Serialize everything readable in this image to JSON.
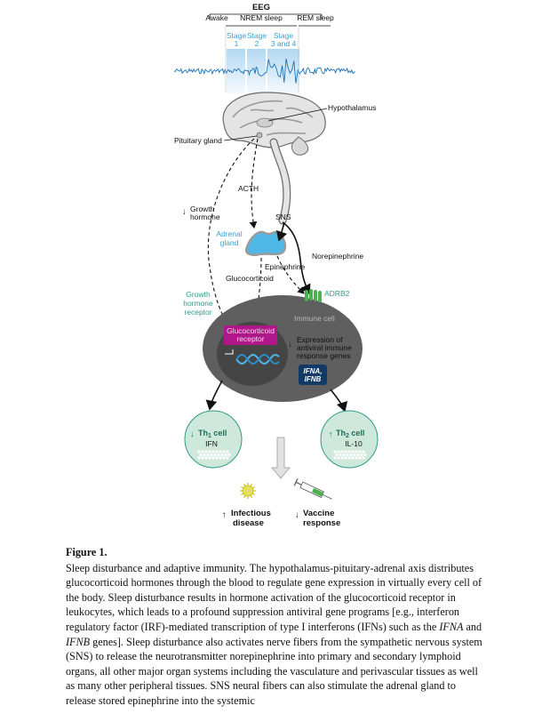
{
  "eeg": {
    "title": "EEG",
    "awake": "Awake",
    "nrem": "NREM sleep",
    "rem": "REM sleep",
    "stage1_a": "Stage",
    "stage1_b": "1",
    "stage2_a": "Stage",
    "stage2_b": "2",
    "stage34_a": "Stage",
    "stage34_b": "3 and 4"
  },
  "labels": {
    "hypothalamus": "Hypothalamus",
    "pituitary": "Pituitary gland",
    "acth": "ACTH",
    "growth_hormone_a": "Growth",
    "growth_hormone_b": "hormone",
    "sns": "SNS",
    "adrenal_a": "Adrenal",
    "adrenal_b": "gland",
    "norepinephrine": "Norepinephrine",
    "epinephrine": "Epinephrine",
    "glucocorticoid": "Glucocorticoid",
    "ghr_a": "Growth",
    "ghr_b": "hormone",
    "ghr_c": "receptor",
    "adrb2": "ADRB2",
    "immune_cell": "Immune cell",
    "gr_a": "Glucocorticoid",
    "gr_b": "receptor",
    "expr_a": "Expression of",
    "expr_b": "antiviral immune",
    "expr_c": "response genes",
    "ifna": "IFNA,",
    "ifnb": "IFNB",
    "th1": "Th",
    "th1_sub": "1",
    "th1_tail": " cell",
    "ifn": "IFN",
    "th2": "Th",
    "th2_sub": "2",
    "th2_tail": " cell",
    "il10": "IL-10",
    "infectious_a": "Infectious",
    "infectious_b": "disease",
    "vaccine_a": "Vaccine",
    "vaccine_b": "response"
  },
  "colors": {
    "blue": "#3aa0d0",
    "green": "#2e9a86",
    "magenta": "#b0178a",
    "navy": "#123a66",
    "cell_outer": "#5f5f5f",
    "cell_inner": "#454545",
    "th_fill": "#cfe8dc"
  },
  "caption": {
    "title": "Figure 1.",
    "p1": "Sleep disturbance and adaptive immunity. The hypothalamus-pituitary-adrenal axis distributes glucocorticoid hormones through the blood to regulate gene expression in virtually every cell of the body. Sleep disturbance results in hormone activation of the glucocorticoid receptor in leukocytes, which leads to a profound suppression antiviral gene programs [e.g., interferon regulatory factor (IRF)-mediated transcription of type I interferons (IFNs) such as the ",
    "ifna": "IFNA",
    "and": " and ",
    "ifnb": "IFNB",
    "p2": " genes]. Sleep disturbance also activates nerve fibers from the sympathetic nervous system (SNS) to release the neurotransmitter norepinephrine into primary and secondary lymphoid organs, all other major organ systems including the vasculature and perivascular tissues as well as many other peripheral tissues. SNS neural fibers can also stimulate the adrenal gland to release stored epinephrine into the systemic"
  }
}
